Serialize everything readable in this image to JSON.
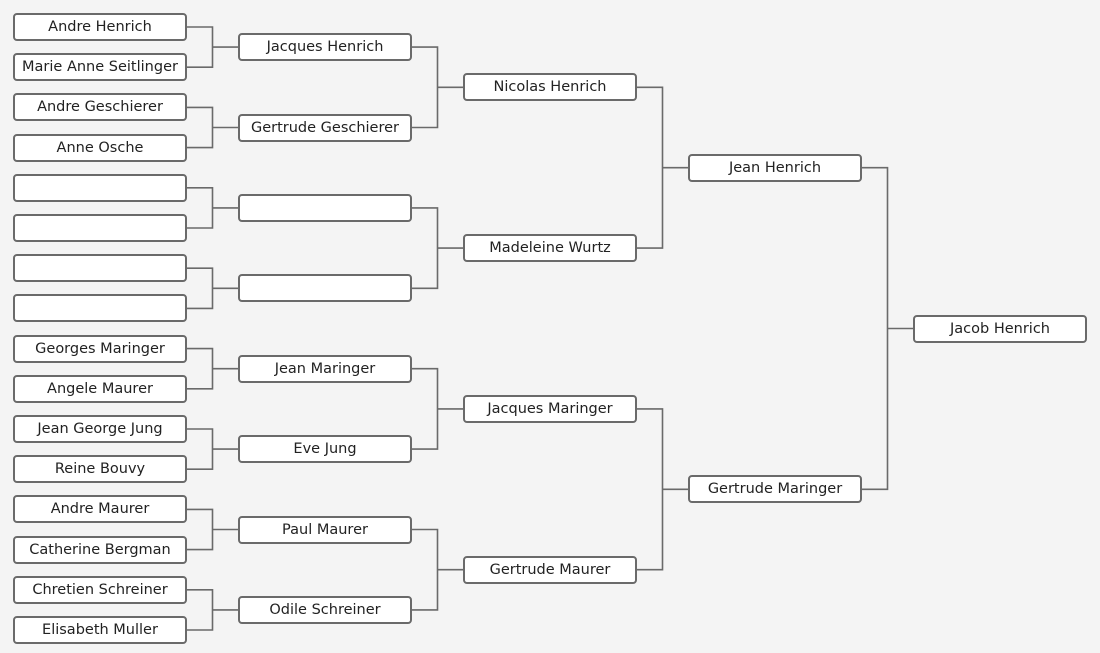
{
  "colors": {
    "background": "#f4f4f4",
    "box_border": "#6a6a6a",
    "connector": "#6a6a6a",
    "box_fill": "#ffffff"
  },
  "pedigree": {
    "root": "Jacob Henrich",
    "generation_2": [
      "Jean Henrich",
      "Gertrude Maringer"
    ],
    "generation_3": [
      "Nicolas Henrich",
      "Madeleine Wurtz",
      "Jacques Maringer",
      "Gertrude Maurer"
    ],
    "generation_4": [
      "Jacques Henrich",
      "Gertrude Geschierer",
      "",
      "",
      "Jean Maringer",
      "Eve Jung",
      "Paul Maurer",
      "Odile Schreiner"
    ],
    "generation_5": [
      "Andre Henrich",
      "Marie Anne Seitlinger",
      "Andre Geschierer",
      "Anne Osche",
      "",
      "",
      "",
      "",
      "Georges Maringer",
      "Angele Maurer",
      "Jean George Jung",
      "Reine Bouvy",
      "Andre Maurer",
      "Catherine Bergman",
      "Chretien Schreiner",
      "Elisabeth Muller"
    ]
  }
}
